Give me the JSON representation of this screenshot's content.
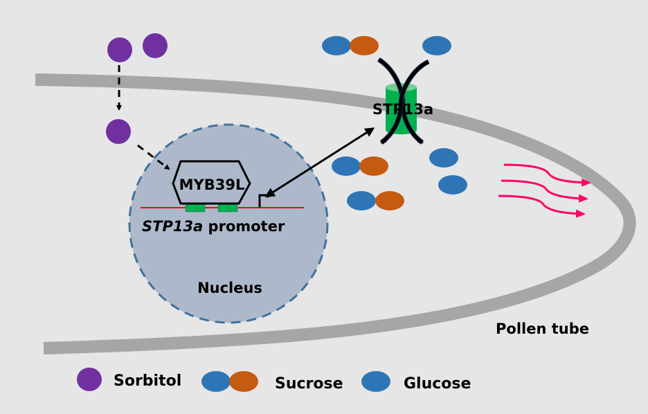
{
  "diagram": {
    "title": "Sorbitol-induced MYB39L regulation of STP13a in pollen tube",
    "colors": {
      "background": "#e6e6e6",
      "membrane": "#a6a6a6",
      "sorbitol": "#7030a0",
      "glucose": "#2e75b6",
      "fructose_half": "#c55a11",
      "nucleus_fill": "#adb9ca",
      "nucleus_border": "#41719c",
      "promoter_line": "#ff0000",
      "binding_site": "#00b050",
      "transporter": "#00b050",
      "growth_arrows": "#ff0066"
    },
    "labels": {
      "transporter": "STP13a",
      "transcription_factor": "MYB39L",
      "promoter_gene": "STP13a",
      "promoter_word": " promoter",
      "nucleus": "Nucleus",
      "cell": "Pollen tube"
    },
    "legend": [
      {
        "key": "sorbitol",
        "label": "Sorbitol",
        "icon": "sorbitol-molecule-icon"
      },
      {
        "key": "sucrose",
        "label": "Sucrose",
        "icon": "sucrose-molecule-icon"
      },
      {
        "key": "glucose",
        "label": "Glucose",
        "icon": "glucose-molecule-icon"
      }
    ],
    "molecules": {
      "sorbitol_outside_count": 2,
      "sorbitol_inside_count": 1,
      "sucrose_outside_count": 1,
      "glucose_outside_count": 1,
      "sucrose_inside_count": 2,
      "glucose_inside_count": 2
    },
    "growth_arrow_count": 3,
    "binding_site_count": 2
  }
}
